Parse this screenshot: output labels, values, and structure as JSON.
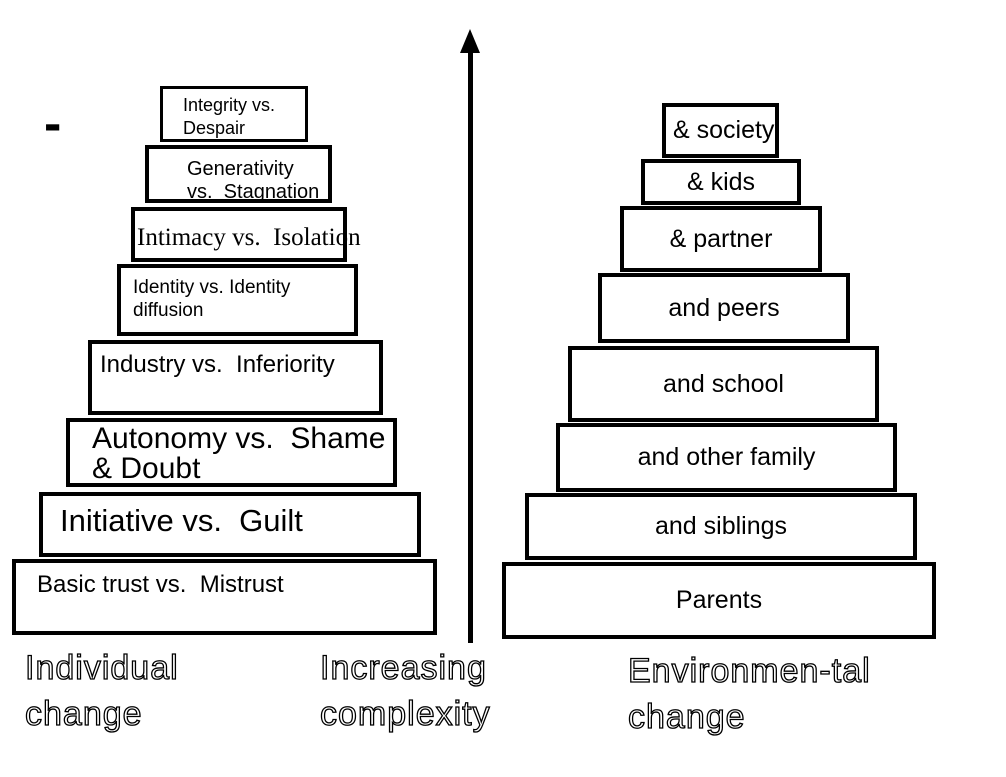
{
  "diagram": {
    "dash": "-",
    "left_pyramid": {
      "caption": "Individual\nchange",
      "boxes": [
        {
          "text": "Integrity vs.\nDespair"
        },
        {
          "text": "Generativity\nvs.  Stagnation"
        },
        {
          "text": "Intimacy vs.  Isolation"
        },
        {
          "text": "Identity vs. Identity\ndiffusion"
        },
        {
          "text": "Industry vs.  Inferiority"
        },
        {
          "text": "Autonomy vs.  Shame\n& Doubt"
        },
        {
          "text": "Initiative vs.  Guilt"
        },
        {
          "text": "Basic trust vs.  Mistrust"
        }
      ]
    },
    "axis": {
      "caption": "Increasing\ncomplexity",
      "direction": "up"
    },
    "right_pyramid": {
      "caption": "Environmen-tal\nchange",
      "boxes": [
        {
          "text": "& society"
        },
        {
          "text": "& kids"
        },
        {
          "text": "& partner"
        },
        {
          "text": "and peers"
        },
        {
          "text": "and school"
        },
        {
          "text": "and other family"
        },
        {
          "text": "and siblings"
        },
        {
          "text": "Parents"
        }
      ]
    },
    "colors": {
      "foreground": "#000000",
      "background": "#ffffff"
    }
  }
}
